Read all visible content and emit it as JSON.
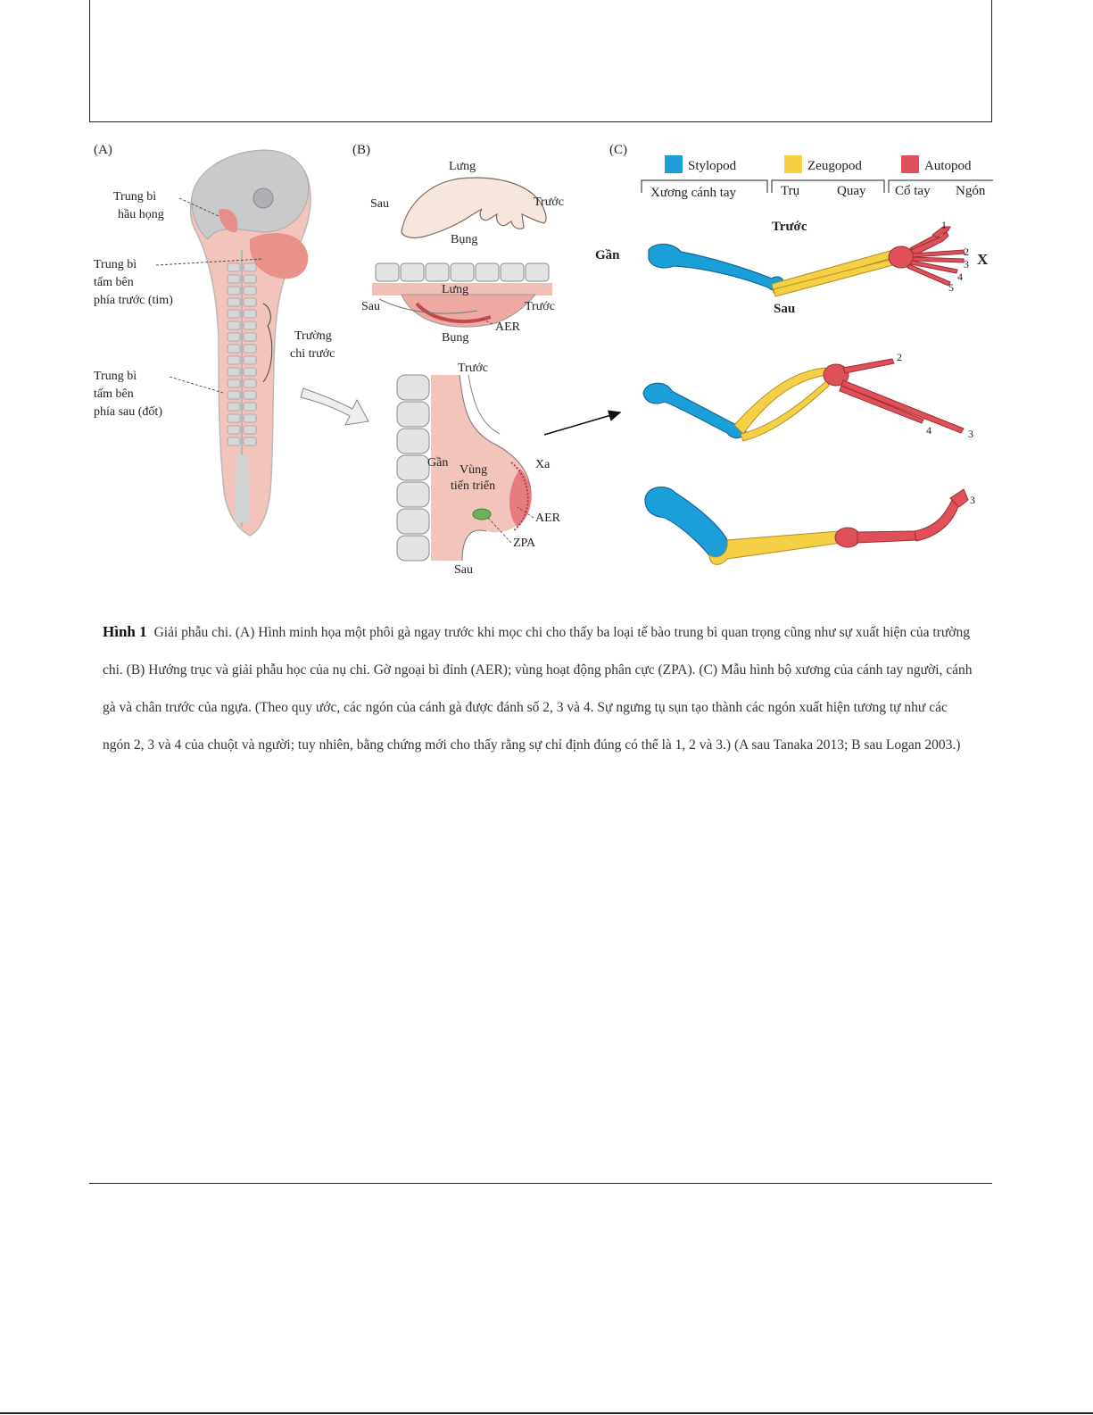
{
  "figure": {
    "panel_a": {
      "letter": "(A)",
      "labels": {
        "pharyngeal_line1": "Trung bì",
        "pharyngeal_line2": "hầu họng",
        "anterior_lpm_line1": "Trung bì",
        "anterior_lpm_line2": "tấm bên",
        "anterior_lpm_line3": "phía trước (tim)",
        "forelimb_field_line1": "Trường",
        "forelimb_field_line2": "chi trước",
        "posterior_lpm_line1": "Trung bì",
        "posterior_lpm_line2": "tấm bên",
        "posterior_lpm_line3": "phía sau (đốt)"
      }
    },
    "panel_b": {
      "letter": "(B)",
      "top": {
        "dorsal": "Lưng",
        "posterior": "Sau",
        "anterior": "Trước",
        "ventral": "Bụng"
      },
      "middle": {
        "dorsal": "Lưng",
        "posterior": "Sau",
        "anterior": "Trước",
        "ventral": "Bụng",
        "aer": "AER"
      },
      "bottom": {
        "anterior": "Trước",
        "proximal": "Gần",
        "progress_line1": "Vùng",
        "progress_line2": "tiến triển",
        "distal": "Xa",
        "aer": "AER",
        "zpa": "ZPA",
        "posterior": "Sau"
      }
    },
    "panel_c": {
      "letter": "(C)",
      "legend": [
        {
          "label": "Stylopod",
          "color": "#1b9fd8"
        },
        {
          "label": "Zeugopod",
          "color": "#f5cf45"
        },
        {
          "label": "Autopod",
          "color": "#df5058"
        }
      ],
      "bone_labels": {
        "humerus": "Xương cánh tay",
        "ulna": "Trụ",
        "radius": "Quay",
        "wrist": "Cổ tay",
        "digits": "Ngón"
      },
      "axis": {
        "anterior": "Trước",
        "proximal": "Gần",
        "posterior": "Sau",
        "distal": "X"
      },
      "human_digits": [
        "1",
        "2",
        "3",
        "4",
        "5"
      ],
      "chick_digits": [
        "2",
        "4",
        "3"
      ],
      "horse_digits": [
        "3"
      ]
    }
  },
  "caption": {
    "label": "Hình 1",
    "text": "Giải phẫu chi. (A) Hình minh họa một phôi gà ngay trước khi mọc chi cho thấy ba loại tế bào trung bì quan trọng cũng như sự xuất hiện của trường chi. (B) Hướng trục và giải phẫu học của nụ chi. Gờ ngoại bì đỉnh (AER); vùng hoạt động phân cực (ZPA). (C) Mẫu hình bộ xương của cánh tay người, cánh gà và chân trước của ngựa. (Theo quy ước, các ngón của cánh gà được đánh số 2, 3 và 4. Sự ngưng tụ sụn tạo thành các ngón xuất hiện tương tự như các ngón 2, 3 và 4 của chuột và người; tuy nhiên, bằng chứng mới cho thấy rằng sự chỉ định đúng có thể là 1, 2 và 3.) (A sau Tanaka 2013; B sau Logan 2003.)"
  }
}
